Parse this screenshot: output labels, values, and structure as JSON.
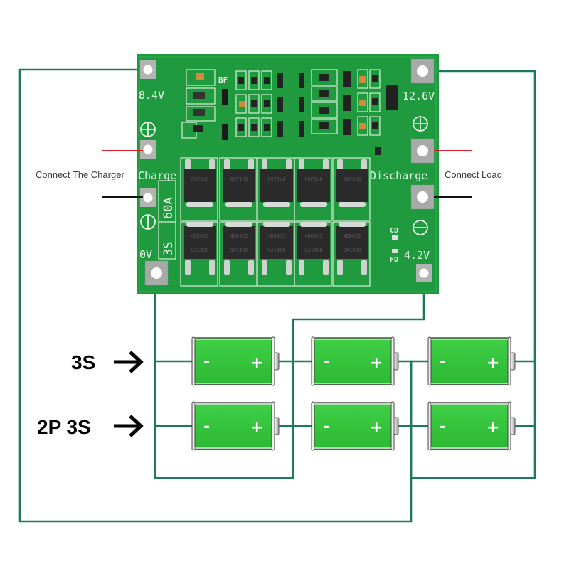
{
  "colors": {
    "wire": "#1a7a5a",
    "pcb": "#1f9a3f",
    "battery": "#33c43a",
    "charger_positive_lead": "#d8202a",
    "negative_lead": "#111111"
  },
  "board": {
    "terminals": {
      "top_left": "8.4V",
      "top_right": "12.6V",
      "bottom_left": "0V",
      "bottom_right": "4.2V"
    },
    "silkscreen": {
      "charge_label": "Charge",
      "discharge_label": "Discharge",
      "rating": "3S 60A",
      "rating_series": "3S",
      "rating_current": "60A",
      "bf_label": "BF",
      "cd_label": "CD",
      "fd_label": "FD",
      "positive_symbol": "⊕",
      "negative_symbol": "⊖"
    },
    "mosfet_markings": {
      "top_row": [
        "60P1V8",
        "60P1V8",
        "60P1V8",
        "60P1V8",
        "60P1V8"
      ],
      "bottom_row": [
        "4DD472 0A1408",
        "4DD472 0A1408",
        "4DD472 0A1408",
        "4DD472 0A1408",
        "4DD472 0A1408"
      ]
    }
  },
  "labels": {
    "charger": "Connect The Charger",
    "load": "Connect Load",
    "config_3s": "3S",
    "config_2p3s": "2P 3S",
    "arrow": "→"
  },
  "batteries": {
    "rows": [
      {
        "config": "3S",
        "cells": [
          {
            "neg": "-",
            "pos": "+"
          },
          {
            "neg": "-",
            "pos": "+"
          },
          {
            "neg": "-",
            "pos": "+"
          }
        ]
      },
      {
        "config": "2P 3S",
        "cells": [
          {
            "neg": "-",
            "pos": "+"
          },
          {
            "neg": "-",
            "pos": "+"
          },
          {
            "neg": "-",
            "pos": "+"
          }
        ]
      }
    ]
  }
}
